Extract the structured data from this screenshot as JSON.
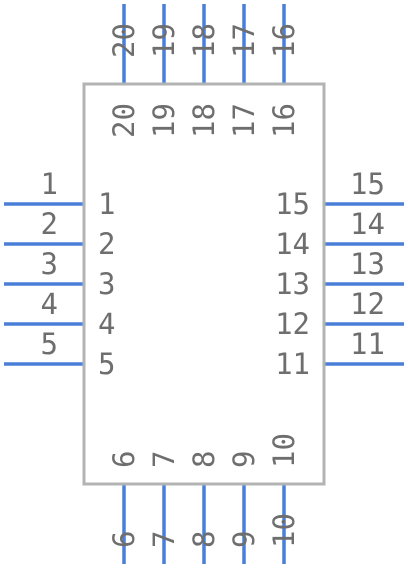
{
  "component": {
    "body_color": "#b3b3b3",
    "pin_color": "#4a7fd9",
    "text_color": "#6e6e6e"
  },
  "pins": {
    "top": [
      {
        "outer": "20",
        "inner": "20"
      },
      {
        "outer": "19",
        "inner": "19"
      },
      {
        "outer": "18",
        "inner": "18"
      },
      {
        "outer": "17",
        "inner": "17"
      },
      {
        "outer": "16",
        "inner": "16"
      }
    ],
    "left": [
      {
        "outer": "1",
        "inner": "1"
      },
      {
        "outer": "2",
        "inner": "2"
      },
      {
        "outer": "3",
        "inner": "3"
      },
      {
        "outer": "4",
        "inner": "4"
      },
      {
        "outer": "5",
        "inner": "5"
      }
    ],
    "right": [
      {
        "outer": "15",
        "inner": "15"
      },
      {
        "outer": "14",
        "inner": "14"
      },
      {
        "outer": "13",
        "inner": "13"
      },
      {
        "outer": "12",
        "inner": "12"
      },
      {
        "outer": "11",
        "inner": "11"
      }
    ],
    "bottom": [
      {
        "outer": "6",
        "inner": "6"
      },
      {
        "outer": "7",
        "inner": "7"
      },
      {
        "outer": "8",
        "inner": "8"
      },
      {
        "outer": "9",
        "inner": "9"
      },
      {
        "outer": "10",
        "inner": "10"
      }
    ]
  }
}
